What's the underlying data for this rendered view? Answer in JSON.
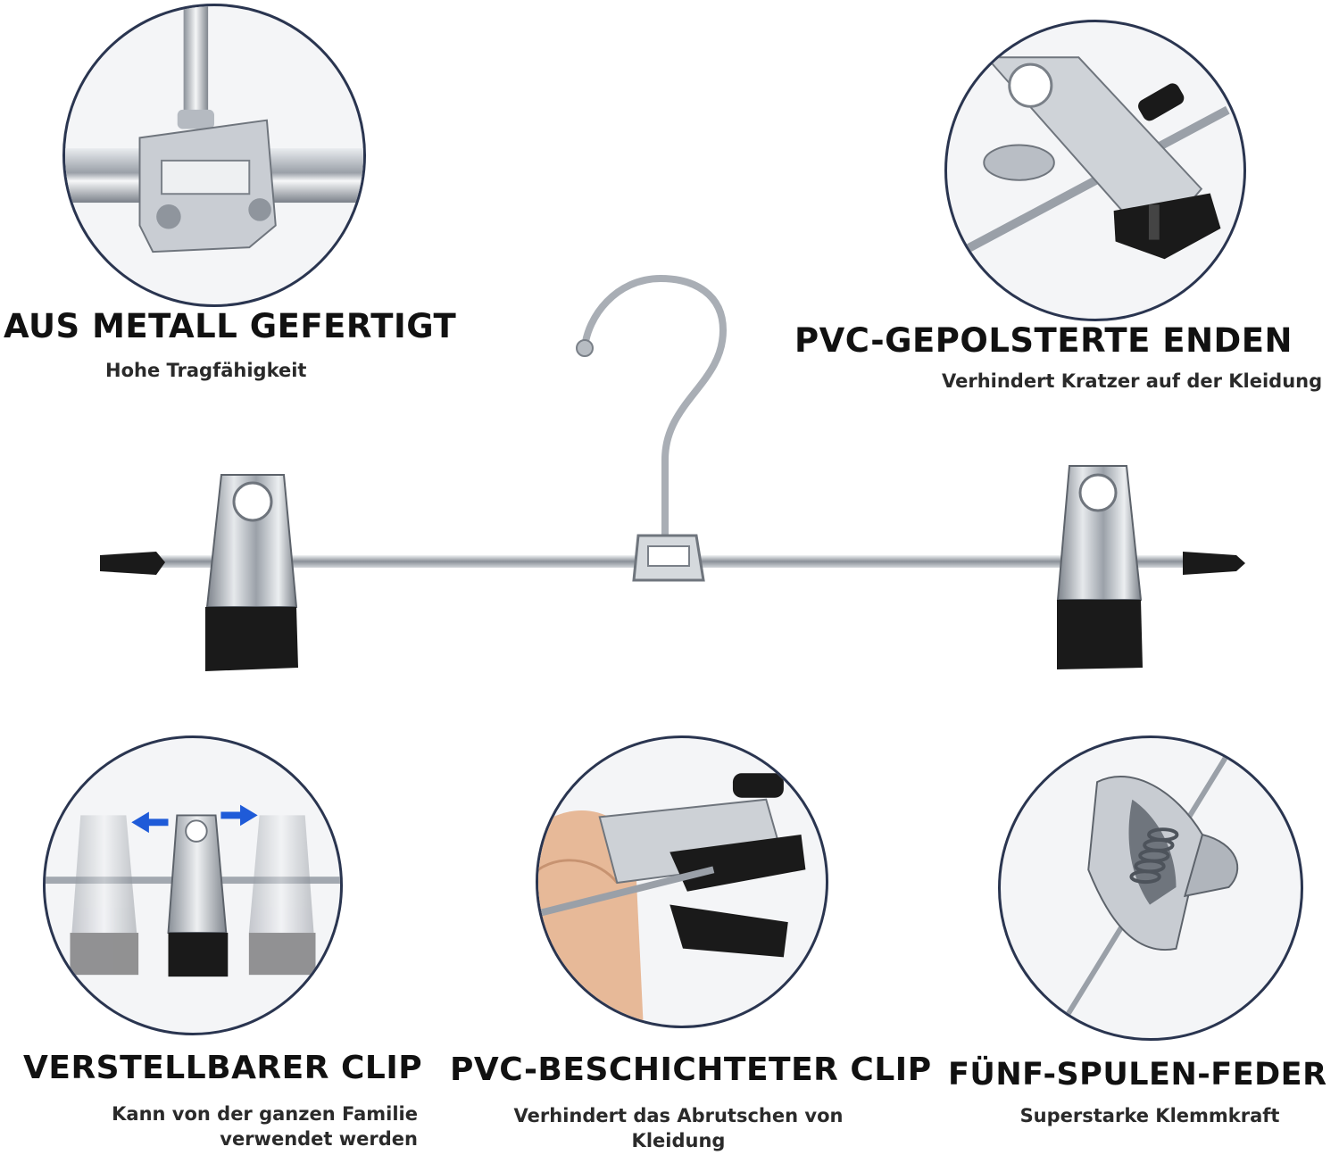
{
  "features": [
    {
      "title": "AUS METALL GEFERTIGT",
      "subtitle": "Hohe Tragfähigkeit"
    },
    {
      "title": "PVC-GEPOLSTERTE ENDEN",
      "subtitle": "Verhindert Kratzer auf der Kleidung"
    },
    {
      "title": "VERSTELLBARER CLIP",
      "subtitle_lines": [
        "Kann von der ganzen Familie",
        "verwendet werden"
      ]
    },
    {
      "title": "PVC-BESCHICHTETER CLIP",
      "subtitle_lines": [
        "Verhindert das Abrutschen von",
        "Kleidung"
      ]
    },
    {
      "title": "FÜNF-SPULEN-FEDER",
      "subtitle": "Superstarke Klemmkraft"
    }
  ],
  "colors": {
    "circle_border": "#2a3550",
    "arrow": "#1f5bd8",
    "metal": "#c8ccd2",
    "pvc": "#1a1a1a"
  },
  "icons": [
    "left-arrow-icon",
    "right-arrow-icon"
  ]
}
